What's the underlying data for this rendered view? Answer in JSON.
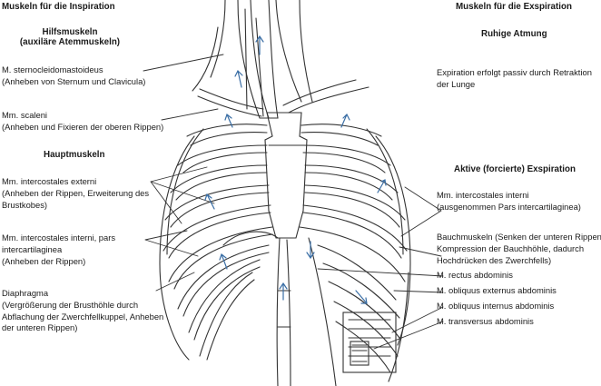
{
  "inspiration": {
    "title": "Muskeln für die Inspiration",
    "accessory": {
      "heading_line1": "Hilfsmuskeln",
      "heading_line2": "(auxiläre Atemmuskeln)",
      "items": [
        {
          "lines": [
            "M. sternocleidomastoideus",
            "(Anheben von Sternum und Clavicula)"
          ]
        },
        {
          "lines": [
            "Mm. scaleni",
            "(Anheben und Fixieren der oberen Rippen)"
          ]
        }
      ]
    },
    "main": {
      "heading": "Hauptmuskeln",
      "items": [
        {
          "lines": [
            "Mm. intercostales externi",
            "(Anheben der Rippen, Erweiterung des",
            "Brustkobes)"
          ]
        },
        {
          "lines": [
            "Mm. intercostales interni, pars",
            "intercartilaginea",
            "(Anheben der Rippen)"
          ]
        },
        {
          "lines": [
            "Diaphragma",
            "(Vergrößerung der Brusthöhle durch",
            "Abflachung der Zwerchfellkuppel, Anheben",
            "der unteren Rippen)"
          ]
        }
      ]
    }
  },
  "expiration": {
    "title": "Muskeln für die Exspiration",
    "quiet": {
      "heading": "Ruhige Atmung",
      "lines": [
        "Expiration erfolgt passiv durch Retraktion",
        "der Lunge"
      ]
    },
    "active": {
      "heading": "Aktive (forcierte) Exspiration",
      "items": [
        {
          "lines": [
            "Mm. intercostales interni",
            "(ausgenommen Pars intercartilaginea)"
          ]
        },
        {
          "lines": [
            "Bauchmuskeln (Senken der unteren Rippen,",
            "Kompression der Bauchhöhle, dadurch",
            "Hochdrücken des Zwerchfells)"
          ]
        },
        {
          "lines": [
            "M. rectus abdominis"
          ]
        },
        {
          "lines": [
            "M. obliquus externus abdominis"
          ]
        },
        {
          "lines": [
            "M. obliquus internus abdominis"
          ]
        },
        {
          "lines": [
            "M. transversus abdominis"
          ]
        }
      ]
    }
  },
  "colors": {
    "line": "#333333",
    "arrow": "#3a6ea5",
    "text": "#1a1a1a"
  }
}
